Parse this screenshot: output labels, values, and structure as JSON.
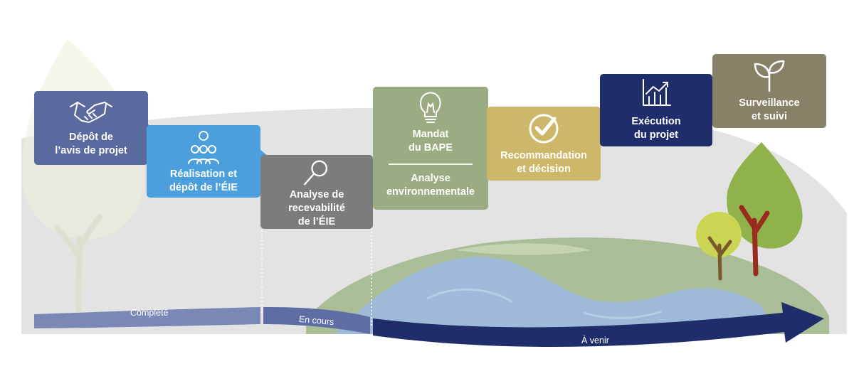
{
  "steps": [
    {
      "id": "depot-avis",
      "label": "Dépôt de\nl’avis de projet",
      "icon": "handshake-icon",
      "color": "#5a6a9e"
    },
    {
      "id": "realisation-eie",
      "label": "Réalisation et\ndépôt de l’ÉIE",
      "icon": "team-icon",
      "color": "#4a9fdc"
    },
    {
      "id": "analyse-recevabilite",
      "label": "Analyse de\nrecevabilité\nde l’ÉIE",
      "icon": "magnifier-icon",
      "color": "#7c7c7c"
    },
    {
      "id": "mandat-bape",
      "label": "Mandat\ndu BAPE",
      "label2": "Analyse\nenvironnementale",
      "icon": "lightbulb-icon",
      "color": "#9bab82"
    },
    {
      "id": "recommandation",
      "label": "Recommandation\net décision",
      "icon": "check-circle-icon",
      "color": "#cdb86a"
    },
    {
      "id": "execution",
      "label": "Exécution\ndu projet",
      "icon": "growth-chart-icon",
      "color": "#1f2d6b"
    },
    {
      "id": "surveillance",
      "label": "Surveillance\net suivi",
      "icon": "sprout-icon",
      "color": "#878168"
    }
  ],
  "timeline": {
    "completed": "Complété",
    "in_progress": "En cours",
    "upcoming": "À venir"
  },
  "colors": {
    "completed_band": "#7a88b6",
    "in_progress_band": "#5e6ea4",
    "upcoming_band": "#1f2d6b",
    "land": "#a9bd96",
    "water": "#9ebad8",
    "backdrop": "#e3e3e3"
  }
}
